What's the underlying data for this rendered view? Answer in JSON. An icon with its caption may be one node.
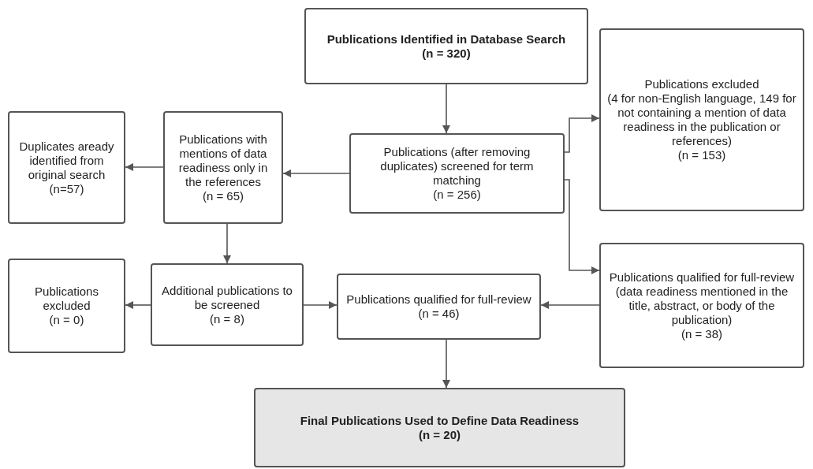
{
  "diagram": {
    "nodes": [
      {
        "text": [
          "Publications Identified in Database Search",
          "(n = 320)"
        ]
      },
      {
        "text": [
          "Duplicates aready identified from original search",
          "(n=57)"
        ]
      },
      {
        "text": [
          "Publications with mentions of data readiness only in the references",
          "(n = 65)"
        ]
      },
      {
        "text": [
          "Publications (after removing duplicates) screened for term matching",
          "(n = 256)"
        ]
      },
      {
        "text": [
          "Publications excluded",
          "(4 for non-English language, 149 for not containing a mention of data readiness in the publication or references)",
          "(n = 153)"
        ]
      },
      {
        "text": [
          "Publications excluded",
          "(n = 0)"
        ]
      },
      {
        "text": [
          "Additional publications to be screened",
          "(n = 8)"
        ]
      },
      {
        "text": [
          "Publications qualified for full-review",
          "(n = 46)"
        ]
      },
      {
        "text": [
          "Publications qualified for full-review",
          "(data readiness mentioned in the title, abstract, or body of the publication)",
          "(n = 38)"
        ]
      },
      {
        "text": [
          "Final Publications Used to Define Data Readiness",
          "(n = 20)"
        ]
      }
    ],
    "edges": [
      {
        "from": 0,
        "to": 3,
        "arrow": "to"
      },
      {
        "from": 3,
        "to": 2,
        "arrow": "to"
      },
      {
        "from": 2,
        "to": 1,
        "arrow": "to"
      },
      {
        "from": 3,
        "to": 4,
        "arrow": "to"
      },
      {
        "from": 3,
        "to": 8,
        "arrow": "to"
      },
      {
        "from": 2,
        "to": 6,
        "arrow": "to"
      },
      {
        "from": 6,
        "to": 5,
        "arrow": "to"
      },
      {
        "from": 6,
        "to": 7,
        "arrow": "to"
      },
      {
        "from": 8,
        "to": 7,
        "arrow": "to"
      },
      {
        "from": 7,
        "to": 9,
        "arrow": "to"
      }
    ]
  }
}
